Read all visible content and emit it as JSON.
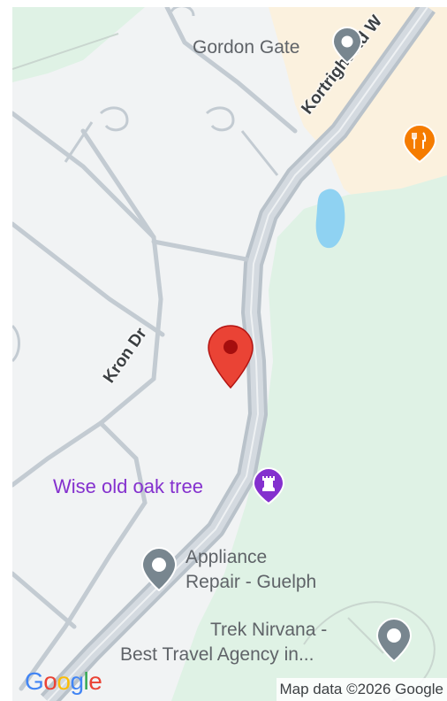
{
  "places": {
    "gordon_gate": "Gordon Gate",
    "wise_old_oak": "Wise old oak tree",
    "appliance_line1": "Appliance",
    "appliance_line2": "Repair - Guelph",
    "trek_line1": "Trek Nirvana -",
    "trek_line2": "Best Travel Agency in..."
  },
  "roads": {
    "kortright": "Kortright Rd W",
    "kron": "Kron Dr"
  },
  "footer": {
    "logo_letters": [
      "G",
      "o",
      "o",
      "g",
      "l",
      "e"
    ],
    "attribution": "Map data ©2026 Google"
  },
  "colors": {
    "park_green": "#dff2e5",
    "commercial_tan": "#fbf1de",
    "water_blue": "#8fd2f2",
    "road_gray": "#c8cfd6",
    "pin_red": "#ea4335",
    "poi_gray": "#78868f",
    "poi_purple": "#8430ce",
    "restaurant_orange": "#f57c00"
  },
  "icons": {
    "selected": "red-location-pin-icon",
    "generic_poi": "gray-place-pin-icon",
    "restaurant": "restaurant-fork-knife-icon",
    "landmark": "landmark-tower-icon"
  }
}
